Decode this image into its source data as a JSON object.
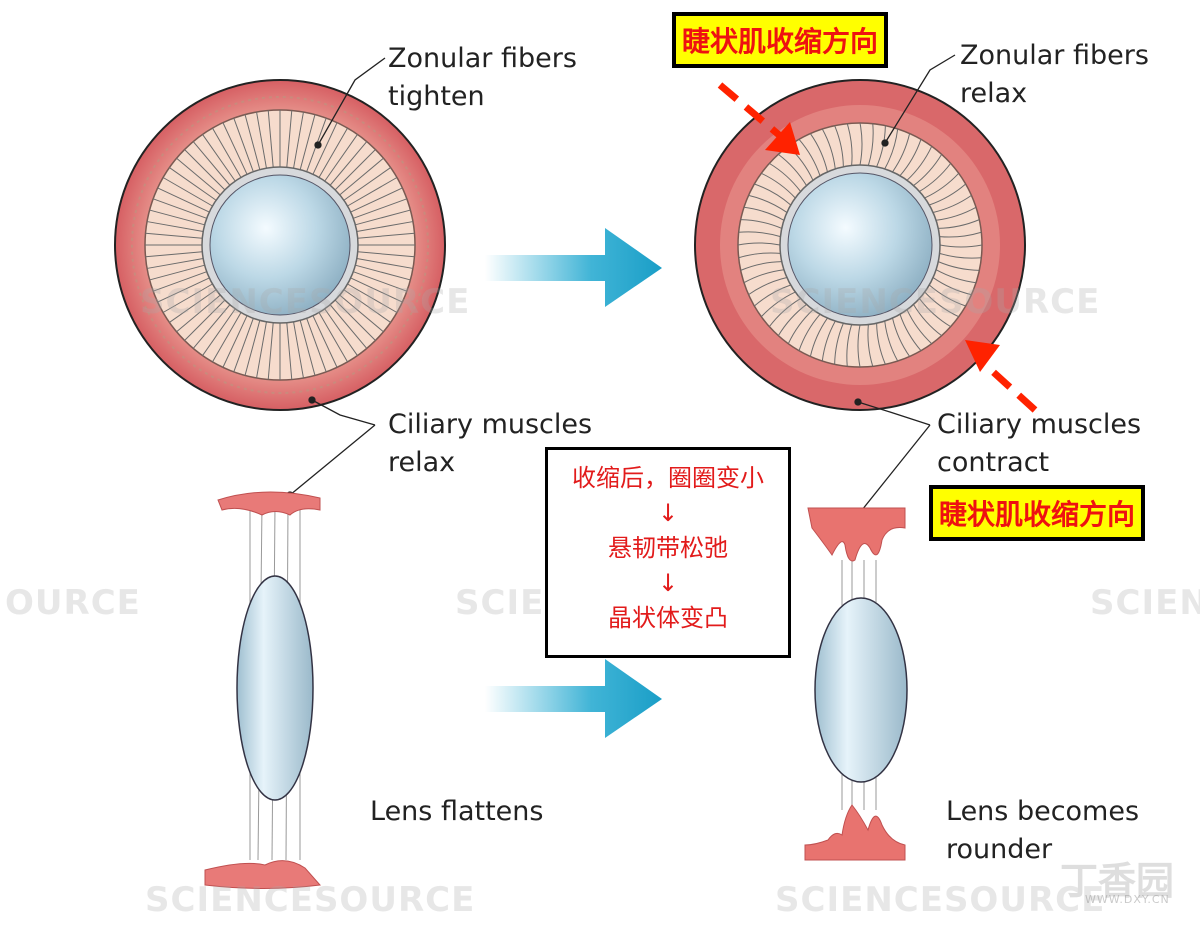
{
  "labels": {
    "zonular_tighten": "Zonular fibers\ntighten",
    "zonular_relax": "Zonular fibers\nrelax",
    "ciliary_relax": "Ciliary muscles\nrelax",
    "ciliary_contract": "Ciliary muscles\ncontract",
    "lens_flattens": "Lens flattens",
    "lens_rounder": "Lens becomes\nrounder"
  },
  "annotations": {
    "direction_top": "睫状肌收缩方向",
    "direction_right": "睫状肌收缩方向",
    "step1": "收缩后，圈圈变小",
    "arrow1": "↓",
    "step2": "悬韧带松弛",
    "arrow2": "↓",
    "step3": "晶状体变凸"
  },
  "watermarks": {
    "brand": "SCIENCESOURCE",
    "left_partial": "OURCE",
    "right_partial": "SCIEN",
    "logo": "丁香园",
    "logo_url": "WWW.DXY.CN"
  },
  "colors": {
    "muscle": "#d9686a",
    "muscle_light": "#f2c3b4",
    "lens": "#bcd8e6",
    "arrow_blue": "#1fa7cf",
    "annot_red": "#ff2200",
    "highlight": "#ffff00"
  }
}
